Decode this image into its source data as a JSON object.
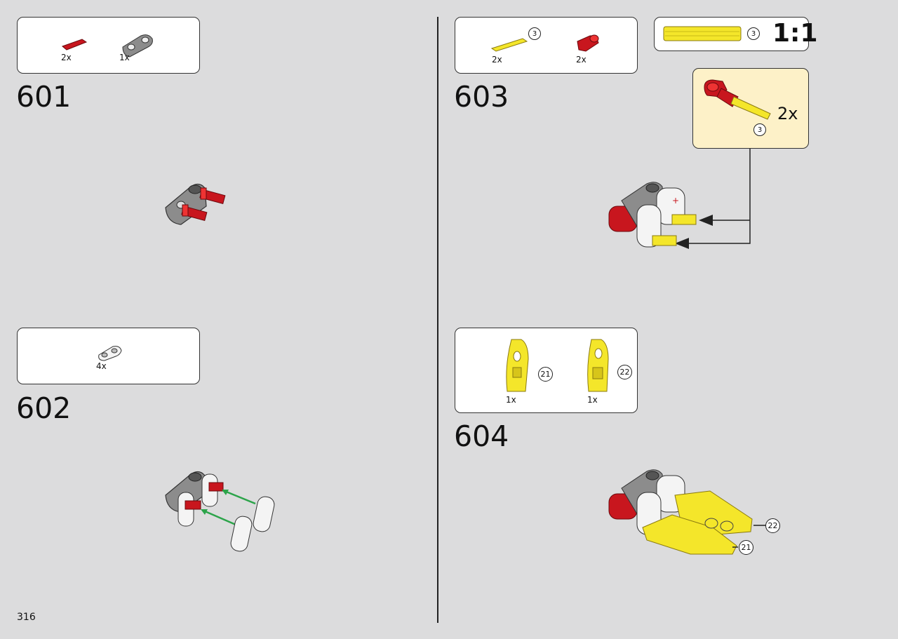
{
  "page_number": "316",
  "steps": {
    "s601": {
      "number": "601",
      "parts": [
        {
          "qty": "2x"
        },
        {
          "qty": "1x"
        }
      ]
    },
    "s602": {
      "number": "602",
      "parts": [
        {
          "qty": "4x"
        }
      ]
    },
    "s603": {
      "number": "603",
      "parts": [
        {
          "qty": "2x",
          "length": "3"
        },
        {
          "qty": "2x"
        }
      ],
      "scale_ref": {
        "length": "3",
        "label": "1:1"
      },
      "subassembly": {
        "qty": "2x",
        "length": "3"
      }
    },
    "s604": {
      "number": "604",
      "parts": [
        {
          "qty": "1x",
          "ref": "21"
        },
        {
          "qty": "1x",
          "ref": "22"
        }
      ],
      "callouts": [
        "22",
        "21"
      ]
    }
  },
  "colors": {
    "background": "#dcdcdd",
    "red": "#c8161e",
    "yellow": "#f4e62a",
    "grey": "#8c8c8c",
    "white": "#f4f4f4",
    "callout_bg": "#fdf1c8",
    "arrow_green": "#2ca44a"
  }
}
